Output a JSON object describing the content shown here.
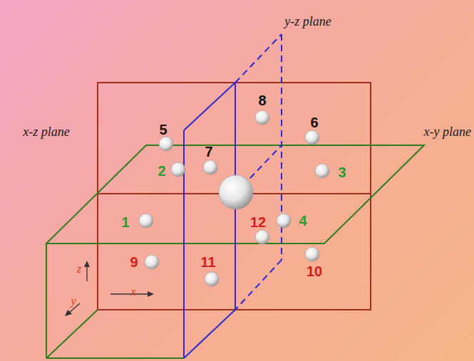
{
  "diagram": {
    "labels": [
      "y-z plane",
      "x-z plane",
      "x-y plane",
      "1",
      "2",
      "3",
      "4",
      "5",
      "6",
      "7",
      "8",
      "9",
      "10",
      "11",
      "12",
      "z",
      "y",
      "x"
    ]
  }
}
